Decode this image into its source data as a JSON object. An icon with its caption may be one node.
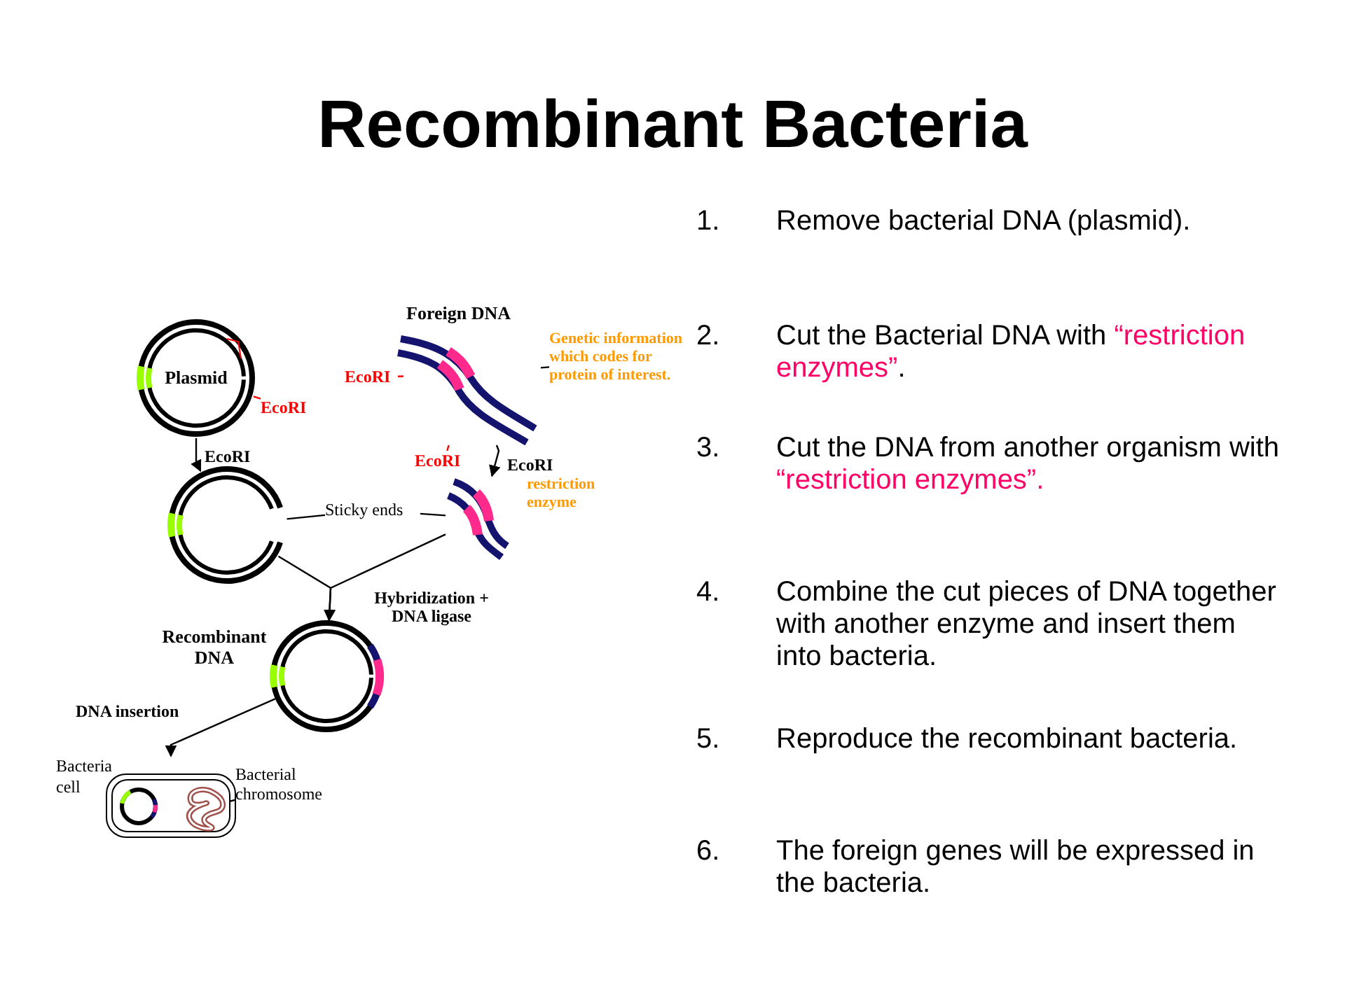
{
  "diagram": {
    "title": "Recombinant Bacteria",
    "nodes": [
      {
        "text": [
          "Plasmid"
        ]
      },
      {
        "text": [
          "EcoRI"
        ]
      },
      {
        "text": [
          "Foreign DNA"
        ]
      },
      {
        "text": [
          "EcoRI"
        ]
      },
      {
        "text": [
          "EcoRI"
        ]
      },
      {
        "text": [
          "Genetic information which codes for protein of interest."
        ]
      },
      {
        "text": [],
        "shape": "circle"
      },
      {
        "text": [],
        "shape": "picture"
      },
      {
        "text": [
          "Sticky ends"
        ]
      },
      {
        "text": [
          "Recombinant DNA"
        ]
      },
      {
        "text": [
          "Bacteria cell"
        ]
      },
      {
        "text": [],
        "shape": "picture",
        "in": 10
      },
      {
        "text": [
          "Bacterial chromosome"
        ]
      }
    ],
    "edges": [
      {
        "from": 0,
        "to": 6,
        "arrow": "to",
        "label": "EcoRI"
      },
      {
        "from": 2,
        "to": 7,
        "arrow": "to",
        "label": "EcoRI"
      },
      {
        "from": 6,
        "to": 9,
        "arrow": "to"
      },
      {
        "from": 7,
        "to": 9,
        "arrow": "to",
        "label": "Hybridization + DNA ligase"
      },
      {
        "from": 9,
        "to": 10,
        "arrow": "to",
        "label": "DNA insertion"
      },
      {
        "from": 1,
        "to": 0,
        "arrow": "none",
        "color": "#ff0000"
      },
      {
        "from": 3,
        "to": 2,
        "arrow": "none",
        "color": "#ff0000"
      },
      {
        "from": 4,
        "to": 2,
        "arrow": "none",
        "color": "#ff0000"
      },
      {
        "from": 5,
        "to": 2,
        "arrow": "none"
      },
      {
        "from": 8,
        "to": 6,
        "arrow": "none"
      },
      {
        "from": 8,
        "to": 7,
        "arrow": "none"
      },
      {
        "from": 12,
        "to": 11,
        "arrow": "none"
      }
    ],
    "labels": [
      "restriction enzyme",
      "1.",
      "Remove bacterial DNA (plasmid).",
      "2.",
      "Cut the Bacterial DNA with",
      "“restriction enzymes”",
      ".",
      "3.",
      "Cut the DNA from another organism with",
      "“restriction enzymes”.",
      "4.",
      "Combine the cut pieces of DNA together with another enzyme and insert them into bacteria.",
      "5.",
      "Reproduce the recombinant bacteria.",
      "6.",
      "The foreign genes will be expressed in the bacteria."
    ]
  }
}
